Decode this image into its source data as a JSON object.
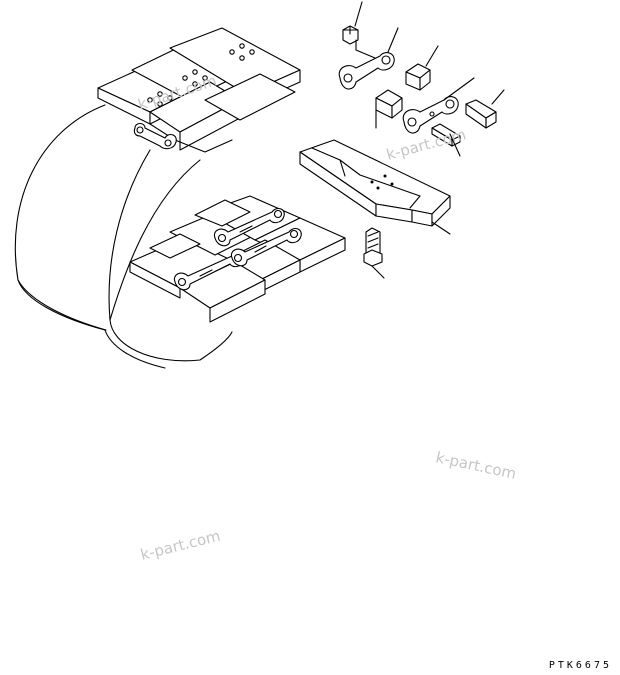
{
  "diagram": {
    "drawing_code": "PTK6675",
    "watermarks": [
      "k-part.com",
      "k-part.com",
      "k-part.com",
      "k-part.com"
    ],
    "parts": [
      {
        "id": "track-shoe-assembly"
      },
      {
        "id": "track-link-left"
      },
      {
        "id": "track-link-right"
      },
      {
        "id": "bushing"
      },
      {
        "id": "master-pin"
      },
      {
        "id": "spacer-pin"
      },
      {
        "id": "track-shoe"
      },
      {
        "id": "shoe-bolt"
      },
      {
        "id": "shoe-nut"
      }
    ]
  }
}
